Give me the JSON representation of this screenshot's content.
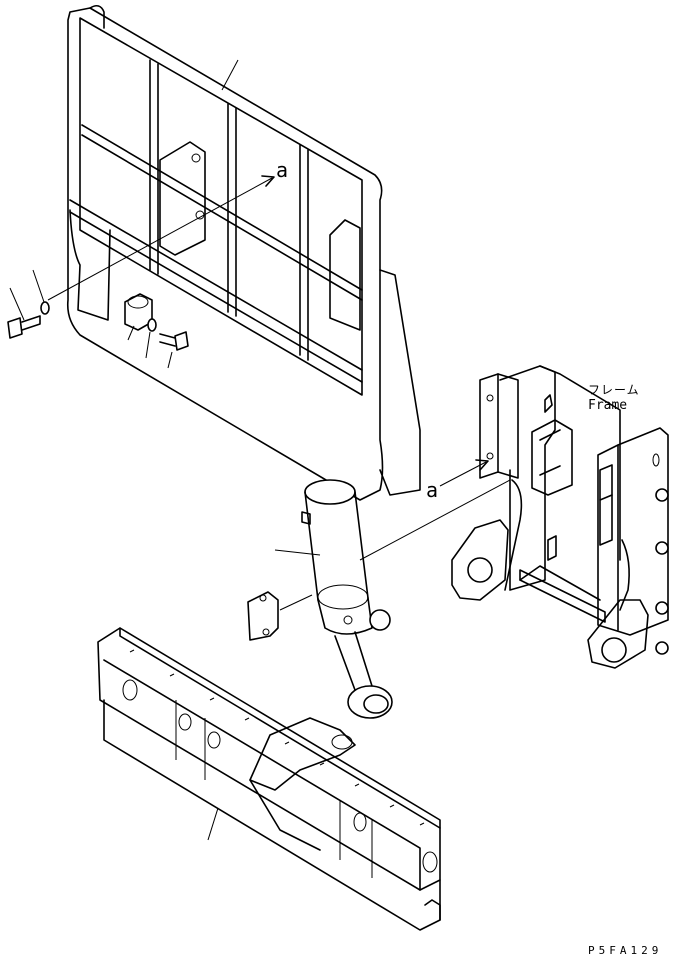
{
  "labels": {
    "frame_jp": "フレーム",
    "frame_en": "Frame",
    "ref_a_top": "a",
    "ref_a_bottom": "a",
    "drawing_code": "P5FA129"
  }
}
